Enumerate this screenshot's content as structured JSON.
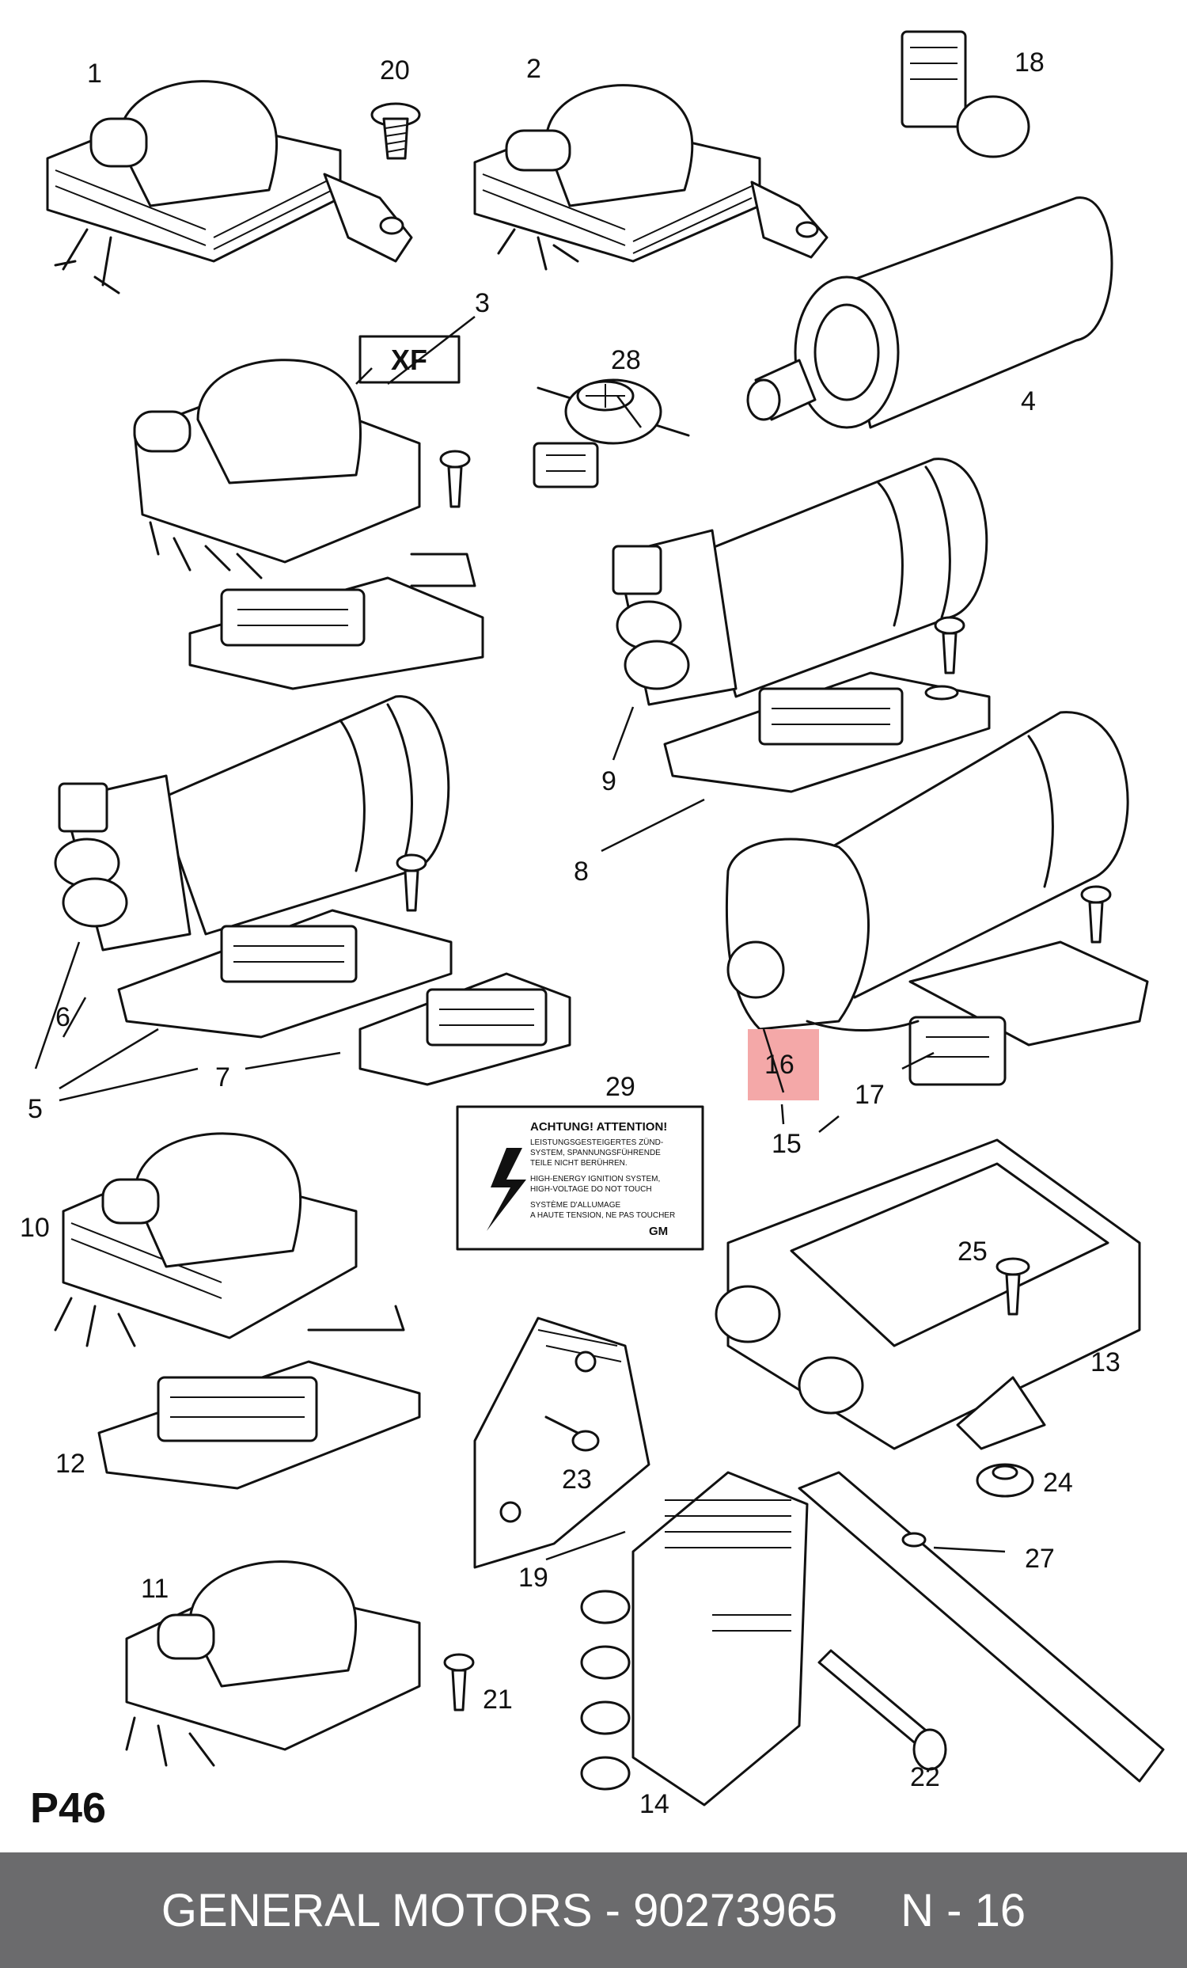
{
  "page_code": "P46",
  "xf_label": "XF",
  "highlight_color": "#f4a8a8",
  "callouts": {
    "c1": "1",
    "c2": "2",
    "c3": "3",
    "c4": "4",
    "c5": "5",
    "c6": "6",
    "c7": "7",
    "c8": "8",
    "c9": "9",
    "c10": "10",
    "c11": "11",
    "c12": "12",
    "c13": "13",
    "c14": "14",
    "c15": "15",
    "c16": "16",
    "c17": "17",
    "c18": "18",
    "c19": "19",
    "c20": "20",
    "c21": "21",
    "c22": "22",
    "c23": "23",
    "c24": "24",
    "c25": "25",
    "c27": "27",
    "c28": "28",
    "c29": "29"
  },
  "warning_label": {
    "title": "ACHTUNG! ATTENTION!",
    "line1": "LEISTUNGSGESTEIGERTES ZÜND-",
    "line2": "SYSTEM, SPANNUNGSFÜHRENDE",
    "line3": "TEILE NICHT BERÜHREN.",
    "line4": "HIGH-ENERGY IGNITION SYSTEM,",
    "line5": "HIGH-VOLTAGE DO NOT TOUCH",
    "line6": "SYSTÈME D'ALLUMAGE",
    "line7": "A HAUTE TENSION, NE PAS TOUCHER",
    "brand": "GM"
  },
  "footer": {
    "text": "GENERAL MOTORS - 90273965",
    "ref": "N - 16"
  }
}
